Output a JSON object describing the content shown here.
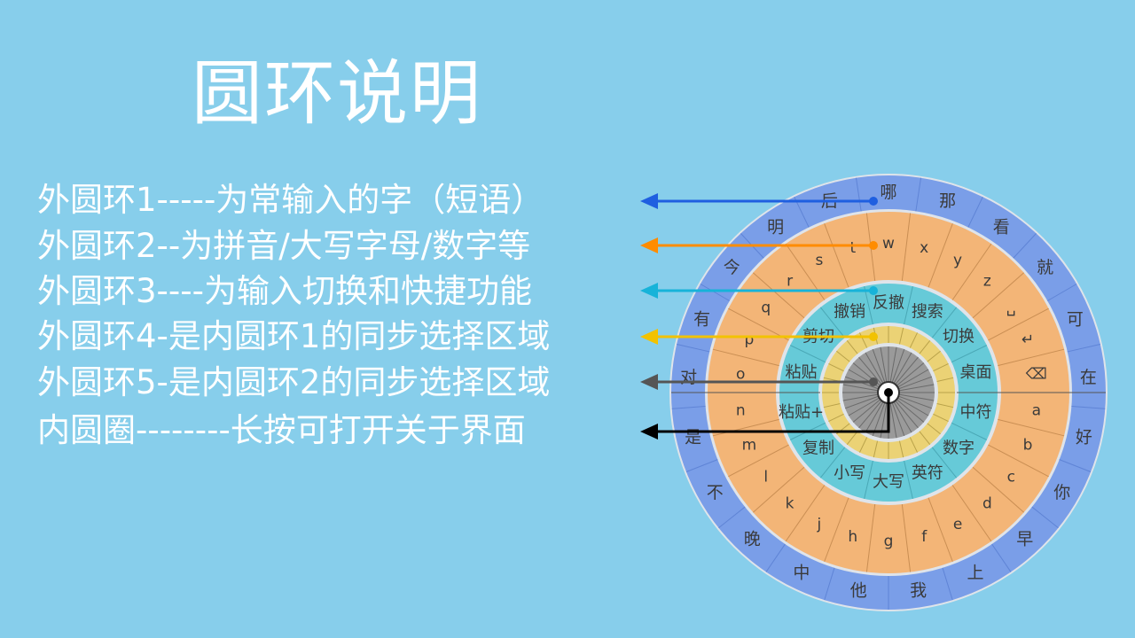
{
  "title": "圆环说明",
  "descriptions": [
    {
      "text": "外圆环1-----为常输入的字（短语）",
      "arrow_color": "#1f5fe0"
    },
    {
      "text": "外圆环2--为拼音/大写字母/数字等",
      "arrow_color": "#ff8c00"
    },
    {
      "text": "外圆环3----为输入切换和快捷功能",
      "arrow_color": "#17b3d9"
    },
    {
      "text": "外圆环4-是内圆环1的同步选择区域",
      "arrow_color": "#f2c200"
    },
    {
      "text": "外圆环5-是内圆环2的同步选择区域",
      "arrow_color": "#555555"
    },
    {
      "text": "内圆圈--------长按可打开关于界面",
      "arrow_color": "#000000"
    }
  ],
  "wheel": {
    "ring1_words": [
      "哪",
      "那",
      "看",
      "就",
      "可",
      "在",
      "好",
      "你",
      "早",
      "上",
      "我",
      "他",
      "中",
      "晚",
      "不",
      "是",
      "对",
      "有",
      "今",
      "明",
      "后"
    ],
    "ring2_keys": [
      "w",
      "x",
      "y",
      "z",
      "␣",
      "↵",
      "⌫",
      "a",
      "b",
      "c",
      "d",
      "e",
      "f",
      "g",
      "h",
      "j",
      "k",
      "l",
      "m",
      "n",
      "o",
      "p",
      "q",
      "r",
      "s",
      "t"
    ],
    "ring3_functions": [
      "反撤",
      "搜索",
      "切换",
      "桌面",
      "中符",
      "数字",
      "英符",
      "大写",
      "小写",
      "复制",
      "粘贴+",
      "粘贴",
      "剪切",
      "撤销"
    ],
    "colors": {
      "ring1": "#7a9ee8",
      "ring2": "#f3b577",
      "ring3": "#66cad8",
      "ring4": "#ebd275",
      "ring5": "#9a9a9a",
      "border": "#dfe4ea",
      "text": "#3a3a3a"
    }
  }
}
